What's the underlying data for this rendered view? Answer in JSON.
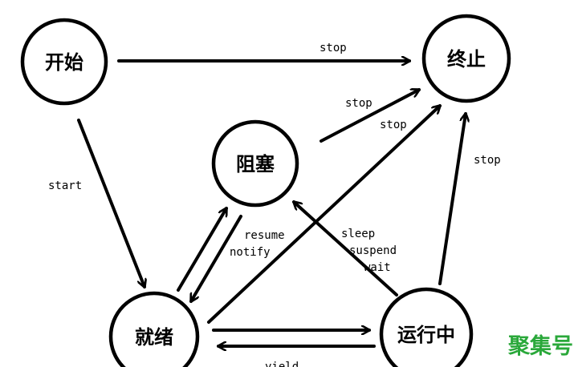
{
  "nodes": {
    "start": "开始",
    "terminated": "终止",
    "blocked": "阻塞",
    "ready": "就绪",
    "running": "运行中"
  },
  "edges": {
    "start_to_terminated": "stop",
    "start_to_ready": "start",
    "blocked_to_terminated": "stop",
    "ready_to_terminated": "stop",
    "running_to_terminated": "stop",
    "blocked_to_ready_line1": "resume",
    "blocked_to_ready_line2": "notify",
    "running_to_blocked_line1": "sleep",
    "running_to_blocked_line2": "suspend",
    "running_to_blocked_line3": "wait",
    "running_to_ready": "yield"
  },
  "watermark": {
    "text": "聚集号",
    "color": "#2aa83a"
  }
}
